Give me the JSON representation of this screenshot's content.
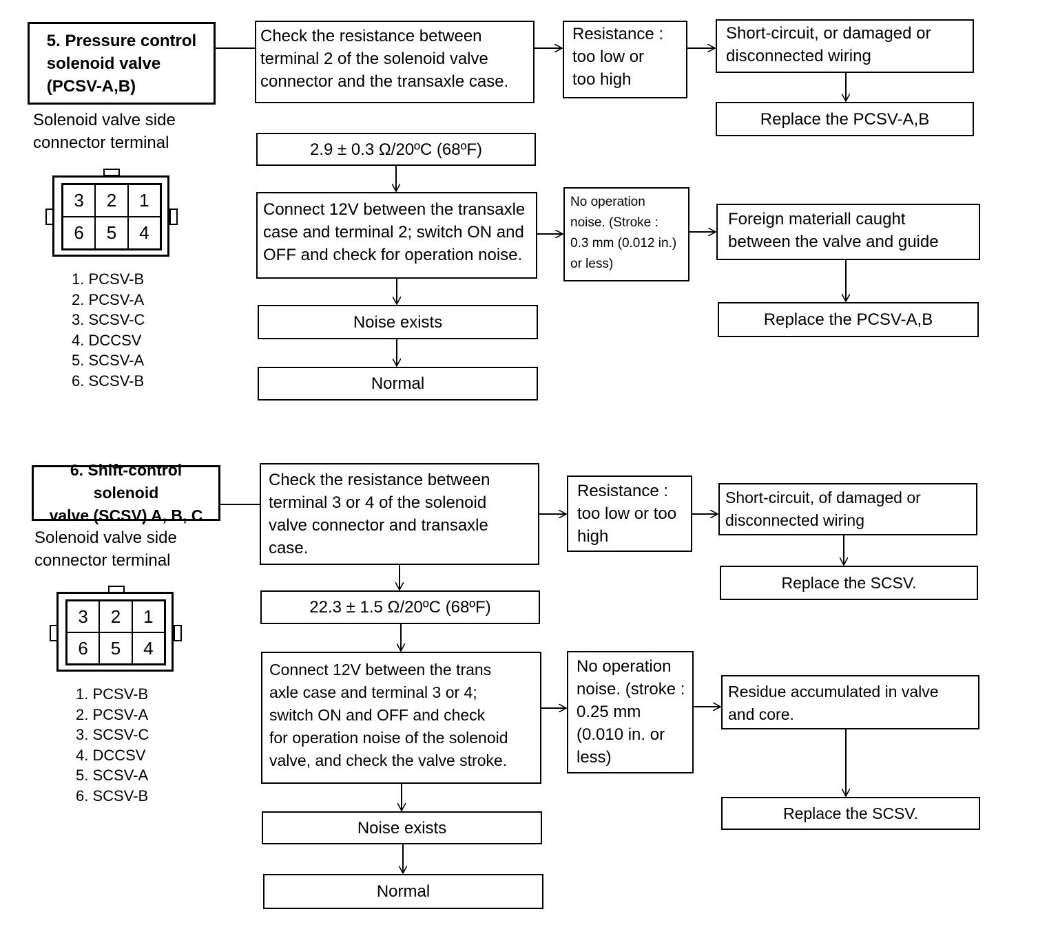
{
  "section5": {
    "title": "5. Pressure control\nsolenoid valve\n(PCSV-A,B)",
    "connector_caption": "Solenoid valve side\nconnector terminal",
    "connector_cells": [
      "3",
      "2",
      "1",
      "6",
      "5",
      "4"
    ],
    "terminal_list": [
      "1. PCSV-B",
      "2. PCSV-A",
      "3. SCSV-C",
      "4. DCCSV",
      "5. SCSV-A",
      "6. SCSV-B"
    ],
    "check_resistance": "Check the resistance between\nterminal 2 of the solenoid valve\nconnector and the transaxle case.",
    "resistance_fault": "Resistance :\ntoo low or\ntoo high",
    "wiring_fault": "Short-circuit, or damaged or\ndisconnected wiring",
    "replace_1": "Replace the PCSV-A,B",
    "spec": "2.9 ± 0.3 Ω/20ºC (68ºF)",
    "connect_12v": "Connect 12V between the transaxle\ncase and terminal 2; switch ON and\nOFF and check for operation noise.",
    "no_noise": "No operation\nnoise. (Stroke :\n0.3 mm (0.012 in.)\nor less)",
    "foreign_material": "Foreign materiall caught\nbetween the valve and guide",
    "replace_2": "Replace the PCSV-A,B",
    "noise_exists": "Noise exists",
    "normal": "Normal"
  },
  "section6": {
    "title": "6. Shift-control solenoid\nvalve (SCSV) A, B, C",
    "connector_caption": "Solenoid valve side\nconnector terminal",
    "connector_cells": [
      "3",
      "2",
      "1",
      "6",
      "5",
      "4"
    ],
    "terminal_list": [
      "1. PCSV-B",
      "2. PCSV-A",
      "3. SCSV-C",
      "4. DCCSV",
      "5. SCSV-A",
      "6. SCSV-B"
    ],
    "check_resistance": "Check the resistance between\nterminal 3 or 4 of the solenoid\nvalve connector and transaxle\ncase.",
    "resistance_fault": "Resistance :\ntoo low or too\nhigh",
    "wiring_fault": "Short-circuit, of damaged or\ndisconnected wiring",
    "replace_1": "Replace the SCSV.",
    "spec": "22.3 ± 1.5 Ω/20ºC (68ºF)",
    "connect_12v": "Connect 12V between the trans\naxle case and terminal 3 or 4;\nswitch ON and OFF and check\nfor operation noise of the solenoid\nvalve, and check the valve stroke.",
    "no_noise": "No operation\nnoise. (stroke :\n0.25 mm\n(0.010 in. or\nless)",
    "residue": "Residue accumulated in valve\nand core.",
    "replace_2": "Replace the SCSV.",
    "noise_exists": "Noise exists",
    "normal": "Normal"
  }
}
